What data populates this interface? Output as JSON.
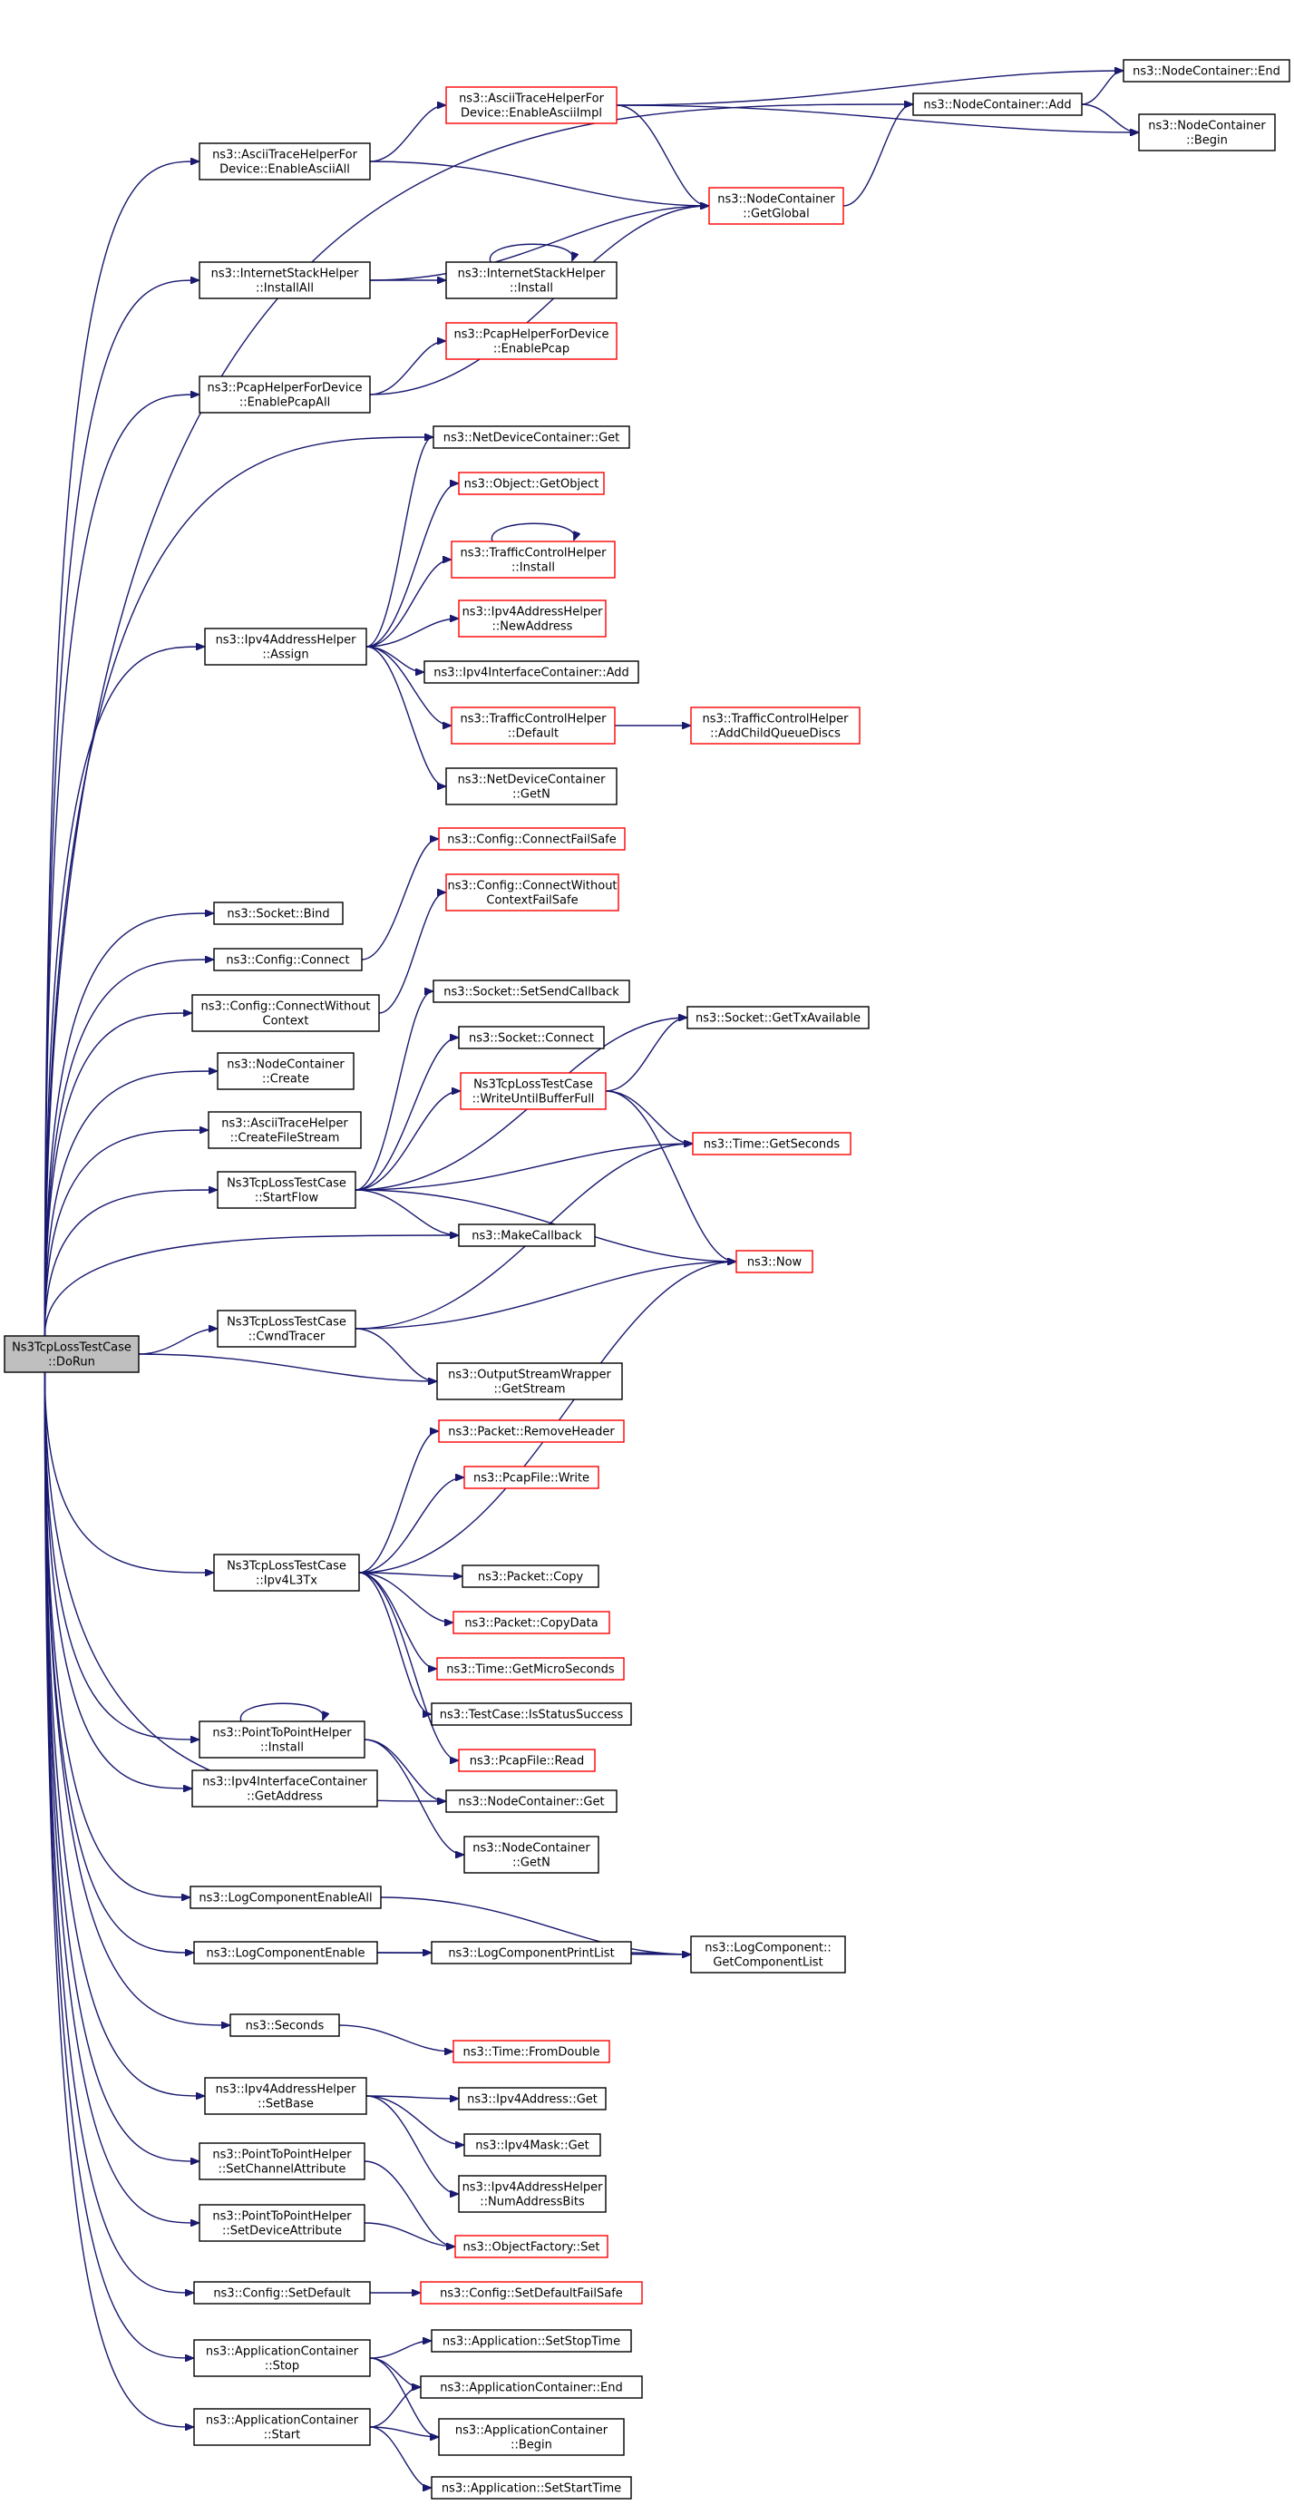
{
  "colors": {
    "edge": "#191970",
    "node_border": "#000000",
    "node_border_undocumented": "#ff0000",
    "root_fill": "#bfbfbf",
    "node_fill": "#ffffff"
  },
  "nodes": [
    {
      "id": "root",
      "lines": [
        "Ns3TcpLossTestCase",
        "::DoRun"
      ],
      "root": true
    },
    {
      "id": "asciiEnableAll",
      "lines": [
        "ns3::AsciiTraceHelperFor",
        "Device::EnableAsciiAll"
      ]
    },
    {
      "id": "asciiEnableImpl",
      "lines": [
        "ns3::AsciiTraceHelperFor",
        "Device::EnableAsciiImpl"
      ],
      "red": true
    },
    {
      "id": "ncAdd",
      "lines": [
        "ns3::NodeContainer::Add"
      ]
    },
    {
      "id": "ncEnd",
      "lines": [
        "ns3::NodeContainer::End"
      ]
    },
    {
      "id": "ncBegin",
      "lines": [
        "ns3::NodeContainer",
        "::Begin"
      ]
    },
    {
      "id": "ncGetGlobal",
      "lines": [
        "ns3::NodeContainer",
        "::GetGlobal"
      ],
      "red": true
    },
    {
      "id": "ishInstallAll",
      "lines": [
        "ns3::InternetStackHelper",
        "::InstallAll"
      ]
    },
    {
      "id": "ishInstall",
      "lines": [
        "ns3::InternetStackHelper",
        "::Install"
      ]
    },
    {
      "id": "pcapEnableAll",
      "lines": [
        "ns3::PcapHelperForDevice",
        "::EnablePcapAll"
      ]
    },
    {
      "id": "pcapEnable",
      "lines": [
        "ns3::PcapHelperForDevice",
        "::EnablePcap"
      ],
      "red": true
    },
    {
      "id": "ndcGet",
      "lines": [
        "ns3::NetDeviceContainer::Get"
      ]
    },
    {
      "id": "objGetObject",
      "lines": [
        "ns3::Object::GetObject"
      ],
      "red": true
    },
    {
      "id": "tchInstall",
      "lines": [
        "ns3::TrafficControlHelper",
        "::Install"
      ],
      "red": true
    },
    {
      "id": "ipv4Assign",
      "lines": [
        "ns3::Ipv4AddressHelper",
        "::Assign"
      ]
    },
    {
      "id": "ipv4NewAddr",
      "lines": [
        "ns3::Ipv4AddressHelper",
        "::NewAddress"
      ],
      "red": true
    },
    {
      "id": "ipv4IcAdd",
      "lines": [
        "ns3::Ipv4InterfaceContainer::Add"
      ]
    },
    {
      "id": "tchDefault",
      "lines": [
        "ns3::TrafficControlHelper",
        "::Default"
      ],
      "red": true
    },
    {
      "id": "tchAddChild",
      "lines": [
        "ns3::TrafficControlHelper",
        "::AddChildQueueDiscs"
      ],
      "red": true
    },
    {
      "id": "ndcGetN",
      "lines": [
        "ns3::NetDeviceContainer",
        "::GetN"
      ]
    },
    {
      "id": "cfgConnectFS",
      "lines": [
        "ns3::Config::ConnectFailSafe"
      ],
      "red": true
    },
    {
      "id": "socketBind",
      "lines": [
        "ns3::Socket::Bind"
      ]
    },
    {
      "id": "cfgConnectWoFS",
      "lines": [
        "ns3::Config::ConnectWithout",
        "ContextFailSafe"
      ],
      "red": true
    },
    {
      "id": "cfgConnect",
      "lines": [
        "ns3::Config::Connect"
      ]
    },
    {
      "id": "cfgConnectWo",
      "lines": [
        "ns3::Config::ConnectWithout",
        "Context"
      ]
    },
    {
      "id": "sockSetSendCb",
      "lines": [
        "ns3::Socket::SetSendCallback"
      ]
    },
    {
      "id": "sockGetTxAvail",
      "lines": [
        "ns3::Socket::GetTxAvailable"
      ]
    },
    {
      "id": "sockConnect",
      "lines": [
        "ns3::Socket::Connect"
      ]
    },
    {
      "id": "ncCreate",
      "lines": [
        "ns3::NodeContainer",
        "::Create"
      ]
    },
    {
      "id": "writeUntil",
      "lines": [
        "Ns3TcpLossTestCase",
        "::WriteUntilBufferFull"
      ],
      "red": true
    },
    {
      "id": "asciiCreateFS",
      "lines": [
        "ns3::AsciiTraceHelper",
        "::CreateFileStream"
      ]
    },
    {
      "id": "timeGetSeconds",
      "lines": [
        "ns3::Time::GetSeconds"
      ],
      "red": true
    },
    {
      "id": "startFlow",
      "lines": [
        "Ns3TcpLossTestCase",
        "::StartFlow"
      ]
    },
    {
      "id": "makeCallback",
      "lines": [
        "ns3::MakeCallback"
      ]
    },
    {
      "id": "now",
      "lines": [
        "ns3::Now"
      ],
      "red": true
    },
    {
      "id": "cwndTracer",
      "lines": [
        "Ns3TcpLossTestCase",
        "::CwndTracer"
      ]
    },
    {
      "id": "oswGetStream",
      "lines": [
        "ns3::OutputStreamWrapper",
        "::GetStream"
      ]
    },
    {
      "id": "pktRemoveHdr",
      "lines": [
        "ns3::Packet::RemoveHeader"
      ],
      "red": true
    },
    {
      "id": "pcapWrite",
      "lines": [
        "ns3::PcapFile::Write"
      ],
      "red": true
    },
    {
      "id": "ipv4L3Tx",
      "lines": [
        "Ns3TcpLossTestCase",
        "::Ipv4L3Tx"
      ]
    },
    {
      "id": "pktCopy",
      "lines": [
        "ns3::Packet::Copy"
      ]
    },
    {
      "id": "pktCopyData",
      "lines": [
        "ns3::Packet::CopyData"
      ],
      "red": true
    },
    {
      "id": "timeGetMicro",
      "lines": [
        "ns3::Time::GetMicroSeconds"
      ],
      "red": true
    },
    {
      "id": "tcIsStatus",
      "lines": [
        "ns3::TestCase::IsStatusSuccess"
      ]
    },
    {
      "id": "pcapRead",
      "lines": [
        "ns3::PcapFile::Read"
      ],
      "red": true
    },
    {
      "id": "p2pInstall",
      "lines": [
        "ns3::PointToPointHelper",
        "::Install"
      ]
    },
    {
      "id": "ncGet",
      "lines": [
        "ns3::NodeContainer::Get"
      ]
    },
    {
      "id": "ipv4IcGetAddr",
      "lines": [
        "ns3::Ipv4InterfaceContainer",
        "::GetAddress"
      ]
    },
    {
      "id": "ncGetN",
      "lines": [
        "ns3::NodeContainer",
        "::GetN"
      ]
    },
    {
      "id": "logEnableAll",
      "lines": [
        "ns3::LogComponentEnableAll"
      ]
    },
    {
      "id": "logEnable",
      "lines": [
        "ns3::LogComponentEnable"
      ]
    },
    {
      "id": "logPrintList",
      "lines": [
        "ns3::LogComponentPrintList"
      ]
    },
    {
      "id": "logGetList",
      "lines": [
        "ns3::LogComponent::",
        "GetComponentList"
      ]
    },
    {
      "id": "seconds",
      "lines": [
        "ns3::Seconds"
      ]
    },
    {
      "id": "timeFromDouble",
      "lines": [
        "ns3::Time::FromDouble"
      ],
      "red": true
    },
    {
      "id": "ipv4SetBase",
      "lines": [
        "ns3::Ipv4AddressHelper",
        "::SetBase"
      ]
    },
    {
      "id": "ipv4AddrGet",
      "lines": [
        "ns3::Ipv4Address::Get"
      ]
    },
    {
      "id": "ipv4MaskGet",
      "lines": [
        "ns3::Ipv4Mask::Get"
      ]
    },
    {
      "id": "p2pSetChan",
      "lines": [
        "ns3::PointToPointHelper",
        "::SetChannelAttribute"
      ]
    },
    {
      "id": "ipv4NumBits",
      "lines": [
        "ns3::Ipv4AddressHelper",
        "::NumAddressBits"
      ]
    },
    {
      "id": "p2pSetDev",
      "lines": [
        "ns3::PointToPointHelper",
        "::SetDeviceAttribute"
      ]
    },
    {
      "id": "objFactSet",
      "lines": [
        "ns3::ObjectFactory::Set"
      ],
      "red": true
    },
    {
      "id": "cfgSetDefault",
      "lines": [
        "ns3::Config::SetDefault"
      ]
    },
    {
      "id": "cfgSetDefaultFS",
      "lines": [
        "ns3::Config::SetDefaultFailSafe"
      ],
      "red": true
    },
    {
      "id": "appStop",
      "lines": [
        "ns3::ApplicationContainer",
        "::Stop"
      ]
    },
    {
      "id": "appSetStop",
      "lines": [
        "ns3::Application::SetStopTime"
      ]
    },
    {
      "id": "acEnd",
      "lines": [
        "ns3::ApplicationContainer::End"
      ]
    },
    {
      "id": "appStart",
      "lines": [
        "ns3::ApplicationContainer",
        "::Start"
      ]
    },
    {
      "id": "acBegin",
      "lines": [
        "ns3::ApplicationContainer",
        "::Begin"
      ]
    },
    {
      "id": "appSetStart",
      "lines": [
        "ns3::Application::SetStartTime"
      ]
    }
  ],
  "edges": [
    [
      "root",
      "asciiEnableAll"
    ],
    [
      "root",
      "ncAdd"
    ],
    [
      "root",
      "ishInstallAll"
    ],
    [
      "root",
      "pcapEnableAll"
    ],
    [
      "root",
      "ndcGet"
    ],
    [
      "root",
      "ipv4Assign"
    ],
    [
      "root",
      "socketBind"
    ],
    [
      "root",
      "cfgConnect"
    ],
    [
      "root",
      "cfgConnectWo"
    ],
    [
      "root",
      "ncCreate"
    ],
    [
      "root",
      "asciiCreateFS"
    ],
    [
      "root",
      "startFlow"
    ],
    [
      "root",
      "makeCallback"
    ],
    [
      "root",
      "cwndTracer"
    ],
    [
      "root",
      "oswGetStream"
    ],
    [
      "root",
      "ipv4L3Tx"
    ],
    [
      "root",
      "p2pInstall"
    ],
    [
      "root",
      "ncGet"
    ],
    [
      "root",
      "ipv4IcGetAddr"
    ],
    [
      "root",
      "logEnableAll"
    ],
    [
      "root",
      "logEnable"
    ],
    [
      "root",
      "seconds"
    ],
    [
      "root",
      "ipv4SetBase"
    ],
    [
      "root",
      "p2pSetChan"
    ],
    [
      "root",
      "p2pSetDev"
    ],
    [
      "root",
      "cfgSetDefault"
    ],
    [
      "root",
      "appStop"
    ],
    [
      "root",
      "appStart"
    ],
    [
      "asciiEnableAll",
      "asciiEnableImpl"
    ],
    [
      "asciiEnableAll",
      "ncGetGlobal"
    ],
    [
      "asciiEnableImpl",
      "ncEnd"
    ],
    [
      "asciiEnableImpl",
      "ncBegin"
    ],
    [
      "asciiEnableImpl",
      "ncGetGlobal"
    ],
    [
      "ncAdd",
      "ncEnd"
    ],
    [
      "ncAdd",
      "ncBegin"
    ],
    [
      "ncGetGlobal",
      "ncAdd"
    ],
    [
      "ishInstallAll",
      "ishInstall"
    ],
    [
      "ishInstallAll",
      "ncGetGlobal"
    ],
    [
      "ishInstall",
      "ishInstall"
    ],
    [
      "pcapEnableAll",
      "pcapEnable"
    ],
    [
      "pcapEnableAll",
      "ncGetGlobal"
    ],
    [
      "ipv4Assign",
      "ndcGet"
    ],
    [
      "ipv4Assign",
      "objGetObject"
    ],
    [
      "ipv4Assign",
      "tchInstall"
    ],
    [
      "ipv4Assign",
      "ipv4NewAddr"
    ],
    [
      "ipv4Assign",
      "ipv4IcAdd"
    ],
    [
      "ipv4Assign",
      "tchDefault"
    ],
    [
      "ipv4Assign",
      "ndcGetN"
    ],
    [
      "tchInstall",
      "tchInstall"
    ],
    [
      "tchDefault",
      "tchAddChild"
    ],
    [
      "cfgConnect",
      "cfgConnectFS"
    ],
    [
      "cfgConnectWo",
      "cfgConnectWoFS"
    ],
    [
      "startFlow",
      "sockSetSendCb"
    ],
    [
      "startFlow",
      "sockGetTxAvail"
    ],
    [
      "startFlow",
      "sockConnect"
    ],
    [
      "startFlow",
      "writeUntil"
    ],
    [
      "startFlow",
      "timeGetSeconds"
    ],
    [
      "startFlow",
      "makeCallback"
    ],
    [
      "startFlow",
      "now"
    ],
    [
      "writeUntil",
      "sockGetTxAvail"
    ],
    [
      "writeUntil",
      "timeGetSeconds"
    ],
    [
      "writeUntil",
      "now"
    ],
    [
      "cwndTracer",
      "timeGetSeconds"
    ],
    [
      "cwndTracer",
      "now"
    ],
    [
      "cwndTracer",
      "oswGetStream"
    ],
    [
      "ipv4L3Tx",
      "pktRemoveHdr"
    ],
    [
      "ipv4L3Tx",
      "pcapWrite"
    ],
    [
      "ipv4L3Tx",
      "now"
    ],
    [
      "ipv4L3Tx",
      "pktCopy"
    ],
    [
      "ipv4L3Tx",
      "pktCopyData"
    ],
    [
      "ipv4L3Tx",
      "timeGetMicro"
    ],
    [
      "ipv4L3Tx",
      "tcIsStatus"
    ],
    [
      "ipv4L3Tx",
      "pcapRead"
    ],
    [
      "p2pInstall",
      "p2pInstall"
    ],
    [
      "p2pInstall",
      "ncGet"
    ],
    [
      "p2pInstall",
      "ncGetN"
    ],
    [
      "logEnableAll",
      "logGetList"
    ],
    [
      "logEnable",
      "logPrintList"
    ],
    [
      "logEnable",
      "logGetList"
    ],
    [
      "logPrintList",
      "logGetList"
    ],
    [
      "seconds",
      "timeFromDouble"
    ],
    [
      "ipv4SetBase",
      "ipv4AddrGet"
    ],
    [
      "ipv4SetBase",
      "ipv4MaskGet"
    ],
    [
      "ipv4SetBase",
      "ipv4NumBits"
    ],
    [
      "p2pSetChan",
      "objFactSet"
    ],
    [
      "p2pSetDev",
      "objFactSet"
    ],
    [
      "cfgSetDefault",
      "cfgSetDefaultFS"
    ],
    [
      "appStop",
      "appSetStop"
    ],
    [
      "appStop",
      "acEnd"
    ],
    [
      "appStop",
      "acBegin"
    ],
    [
      "appStart",
      "acEnd"
    ],
    [
      "appStart",
      "acBegin"
    ],
    [
      "appStart",
      "appSetStart"
    ]
  ]
}
